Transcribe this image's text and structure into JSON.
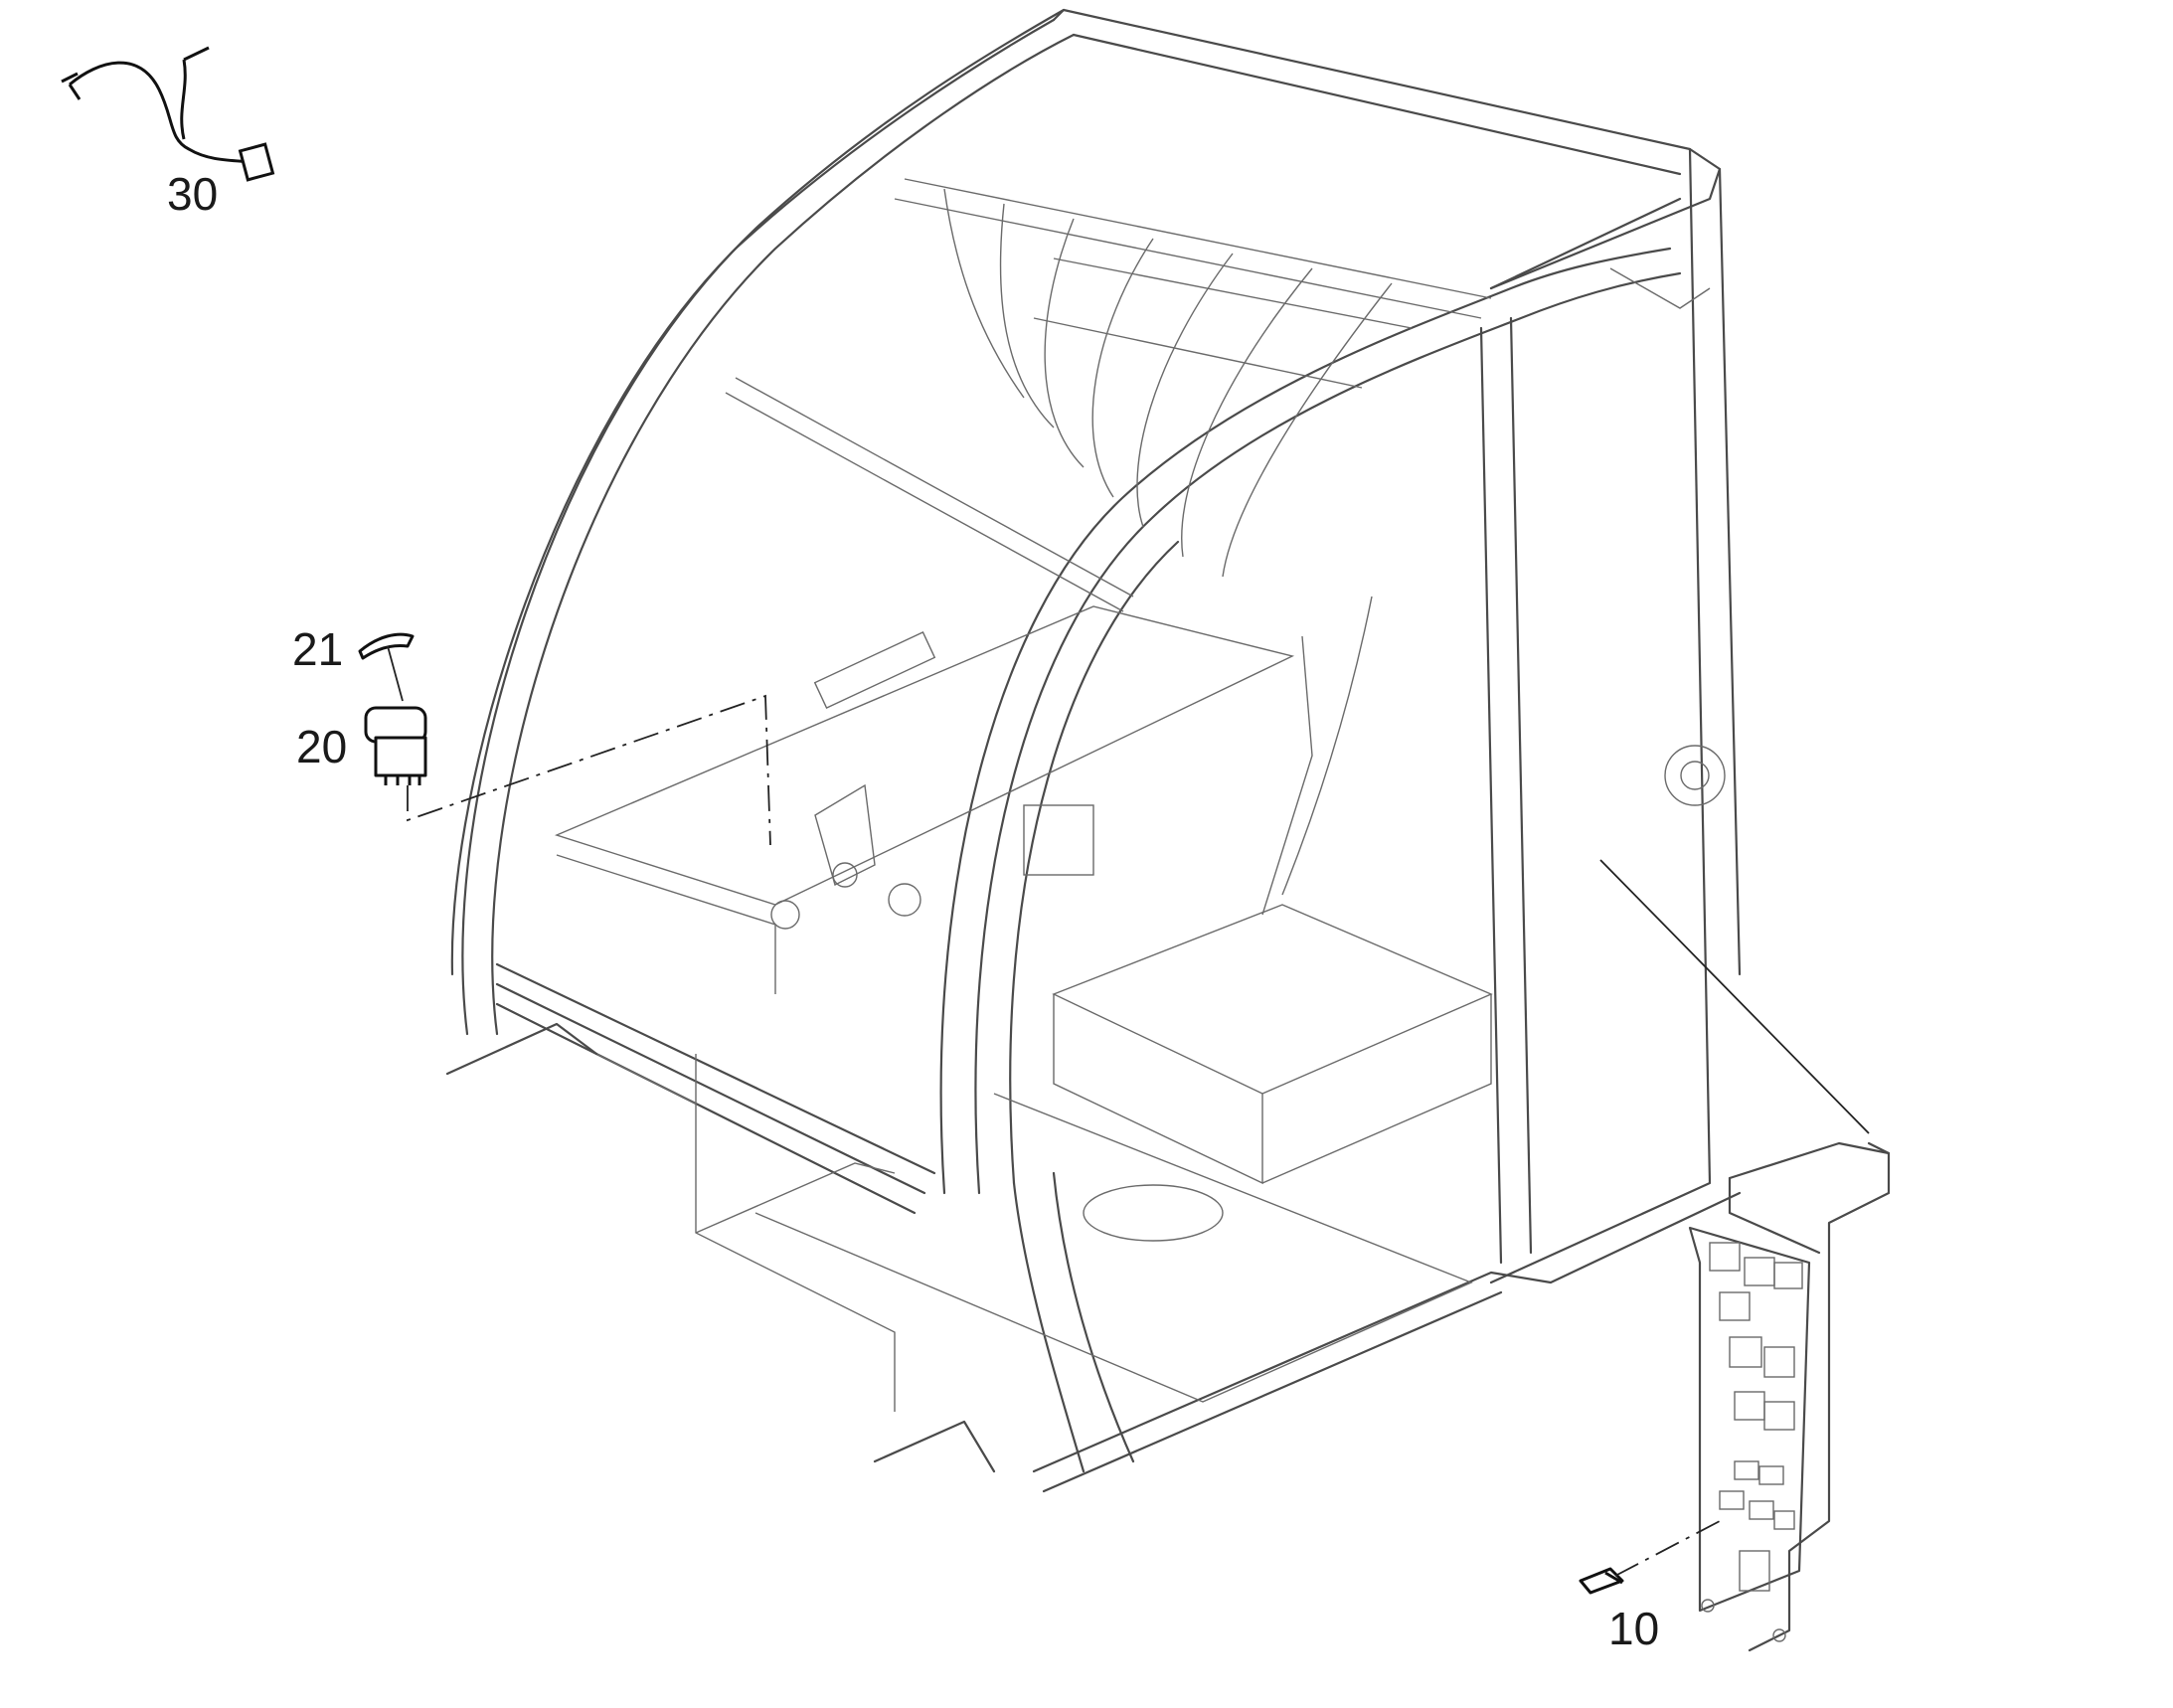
{
  "diagram": {
    "callouts": [
      {
        "id": "30",
        "label": "30"
      },
      {
        "id": "21",
        "label": "21"
      },
      {
        "id": "20",
        "label": "20"
      },
      {
        "id": "10",
        "label": "10"
      }
    ],
    "colors": {
      "line": "#4a4a4a",
      "part_outline": "#111111",
      "background": "#ffffff"
    }
  }
}
